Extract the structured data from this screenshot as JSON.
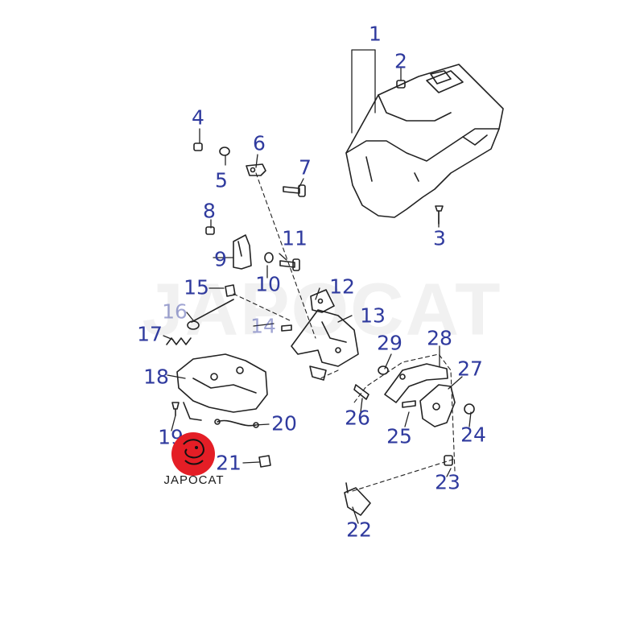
{
  "colors": {
    "label": "#2f3a9e",
    "line": "#222222",
    "logo_red": "#e41e26"
  },
  "watermark": {
    "text": "JAPOCAT"
  },
  "logo": {
    "text": "JAPOCAT"
  },
  "callouts": [
    {
      "id": "1",
      "text": "1"
    },
    {
      "id": "2",
      "text": "2"
    },
    {
      "id": "3",
      "text": "3"
    },
    {
      "id": "4",
      "text": "4"
    },
    {
      "id": "5",
      "text": "5"
    },
    {
      "id": "6",
      "text": "6"
    },
    {
      "id": "7",
      "text": "7"
    },
    {
      "id": "8",
      "text": "8"
    },
    {
      "id": "9",
      "text": "9"
    },
    {
      "id": "10",
      "text": "10"
    },
    {
      "id": "11",
      "text": "11"
    },
    {
      "id": "12",
      "text": "12"
    },
    {
      "id": "13",
      "text": "13"
    },
    {
      "id": "14",
      "text": "14"
    },
    {
      "id": "15",
      "text": "15"
    },
    {
      "id": "16",
      "text": "16"
    },
    {
      "id": "17",
      "text": "17"
    },
    {
      "id": "18",
      "text": "18"
    },
    {
      "id": "19",
      "text": "19"
    },
    {
      "id": "20",
      "text": "20"
    },
    {
      "id": "21",
      "text": "21"
    },
    {
      "id": "22",
      "text": "22"
    },
    {
      "id": "23",
      "text": "23"
    },
    {
      "id": "24",
      "text": "24"
    },
    {
      "id": "25",
      "text": "25"
    },
    {
      "id": "26",
      "text": "26"
    },
    {
      "id": "27",
      "text": "27"
    },
    {
      "id": "28",
      "text": "28"
    },
    {
      "id": "29",
      "text": "29"
    }
  ]
}
